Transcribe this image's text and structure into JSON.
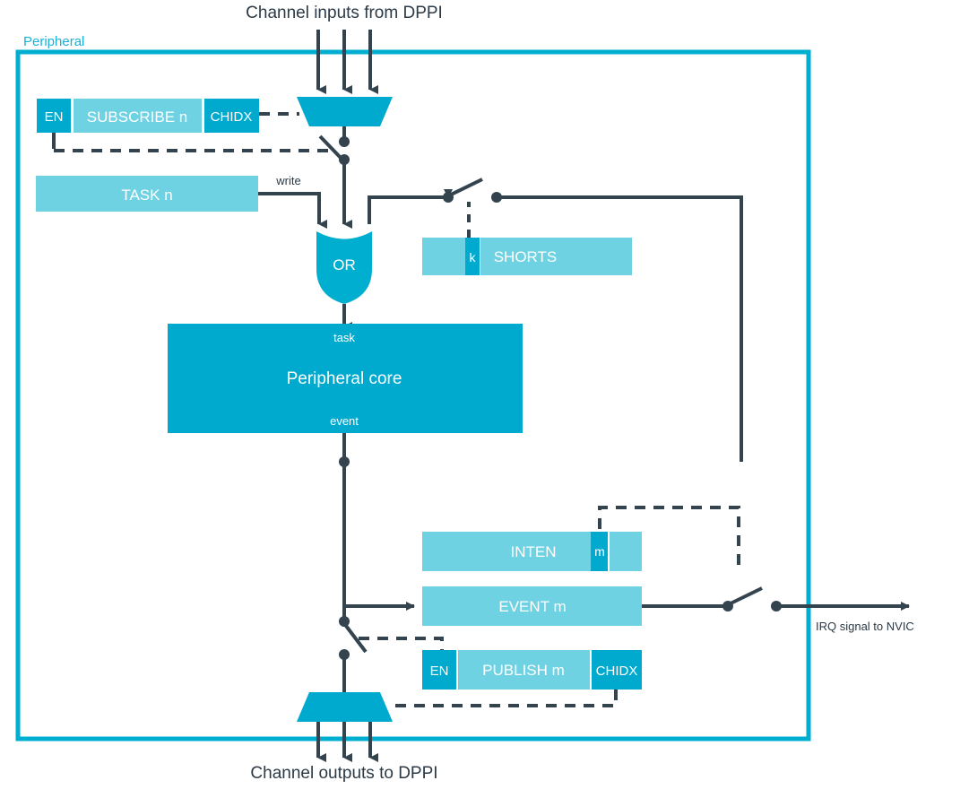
{
  "diagram": {
    "title_top": "Channel inputs from DPPI",
    "title_bottom": "Channel outputs to DPPI",
    "container_label": "Peripheral",
    "colors": {
      "accent": "#00a9ce",
      "accent_light": "#6ed2e3",
      "border": "#00aed0",
      "wire": "#34444f",
      "text_dark": "#2b3a46",
      "label_blue": "#18b0d8"
    }
  },
  "subscribe_register": {
    "en_label": "EN",
    "name_label": "SUBSCRIBE n",
    "chidx_label": "CHIDX"
  },
  "task_register": {
    "label": "TASK n"
  },
  "shorts_register": {
    "bit_label": "k",
    "name_label": "SHORTS"
  },
  "inten_register": {
    "name_label": "INTEN",
    "bit_label": "m"
  },
  "event_register": {
    "label": "EVENT m"
  },
  "publish_register": {
    "en_label": "EN",
    "name_label": "PUBLISH m",
    "chidx_label": "CHIDX"
  },
  "or_gate": {
    "label": "OR"
  },
  "core": {
    "label": "Peripheral core",
    "task_port": "task",
    "event_port": "event"
  },
  "signals": {
    "write_label": "write",
    "irq_label": "IRQ signal to NVIC"
  }
}
